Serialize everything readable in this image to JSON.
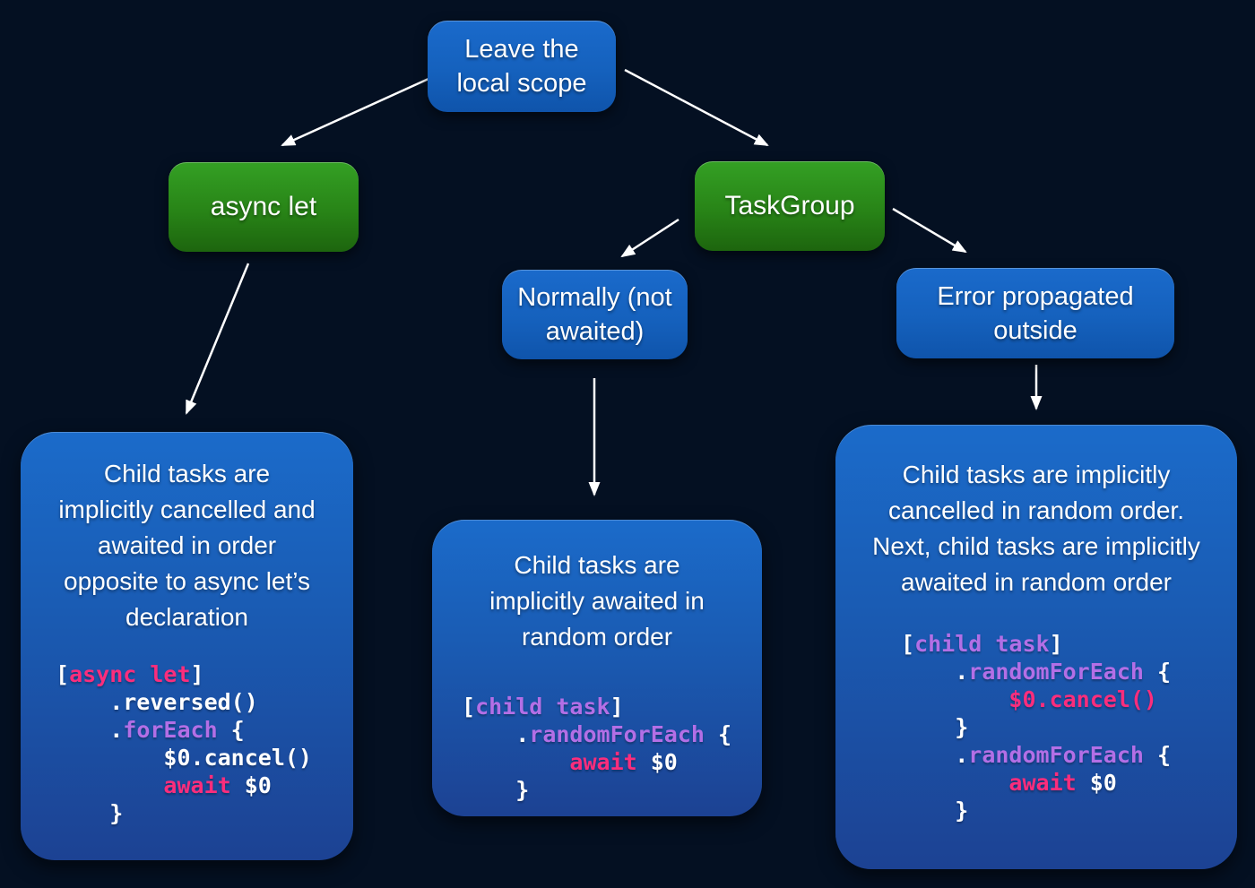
{
  "colors": {
    "background": "#041022",
    "node_blue_top": "#1a6acb",
    "node_blue_bottom": "#0f54ab",
    "detail_blue_top": "#1b6bca",
    "detail_blue_bottom": "#1c4293",
    "green_top": "#34a024",
    "green_bottom": "#1d650e",
    "code_pink": "#fb2d7c",
    "code_purple": "#b36fe6",
    "text_white": "#ffffff"
  },
  "nodes": {
    "root": {
      "label": "Leave the\nlocal scope"
    },
    "async_let": {
      "label": "async let"
    },
    "task_group": {
      "label": "TaskGroup"
    },
    "normally": {
      "label": "Normally (not\nawaited)"
    },
    "error_propagated": {
      "label": "Error propagated\noutside"
    }
  },
  "details": {
    "async_let": {
      "text": "Child tasks are\nimplicitly cancelled and\nawaited in order\nopposite to async let’s\ndeclaration",
      "code": [
        [
          {
            "t": "[",
            "c": "w"
          },
          {
            "t": "async let",
            "c": "p"
          },
          {
            "t": "]",
            "c": "w"
          }
        ],
        [
          {
            "t": "    .reversed()",
            "c": "w"
          }
        ],
        [
          {
            "t": "    .",
            "c": "w"
          },
          {
            "t": "forEach",
            "c": "v"
          },
          {
            "t": " {",
            "c": "w"
          }
        ],
        [
          {
            "t": "        $0.cancel()",
            "c": "w"
          }
        ],
        [
          {
            "t": "        ",
            "c": "w"
          },
          {
            "t": "await",
            "c": "p"
          },
          {
            "t": " $0",
            "c": "w"
          }
        ],
        [
          {
            "t": "    }",
            "c": "w"
          }
        ]
      ]
    },
    "normally": {
      "text": "Child tasks are\nimplicitly awaited in\nrandom order",
      "code": [
        [
          {
            "t": "[",
            "c": "w"
          },
          {
            "t": "child task",
            "c": "v"
          },
          {
            "t": "]",
            "c": "w"
          }
        ],
        [
          {
            "t": "    .",
            "c": "w"
          },
          {
            "t": "randomForEach",
            "c": "v"
          },
          {
            "t": " {",
            "c": "w"
          }
        ],
        [
          {
            "t": "        ",
            "c": "w"
          },
          {
            "t": "await",
            "c": "p"
          },
          {
            "t": " $0",
            "c": "w"
          }
        ],
        [
          {
            "t": "    }",
            "c": "w"
          }
        ]
      ]
    },
    "error_propagated": {
      "text": "Child tasks are implicitly\ncancelled in random order.\nNext, child tasks are implicitly\nawaited in random order",
      "code": [
        [
          {
            "t": "[",
            "c": "w"
          },
          {
            "t": "child task",
            "c": "v"
          },
          {
            "t": "]",
            "c": "w"
          }
        ],
        [
          {
            "t": "    .",
            "c": "w"
          },
          {
            "t": "randomForEach",
            "c": "v"
          },
          {
            "t": " {",
            "c": "w"
          }
        ],
        [
          {
            "t": "        ",
            "c": "w"
          },
          {
            "t": "$0.cancel()",
            "c": "p"
          }
        ],
        [
          {
            "t": "    }",
            "c": "w"
          }
        ],
        [
          {
            "t": "    .",
            "c": "w"
          },
          {
            "t": "randomForEach",
            "c": "v"
          },
          {
            "t": " {",
            "c": "w"
          }
        ],
        [
          {
            "t": "        ",
            "c": "w"
          },
          {
            "t": "await",
            "c": "p"
          },
          {
            "t": " $0",
            "c": "w"
          }
        ],
        [
          {
            "t": "    }",
            "c": "w"
          }
        ]
      ]
    }
  }
}
